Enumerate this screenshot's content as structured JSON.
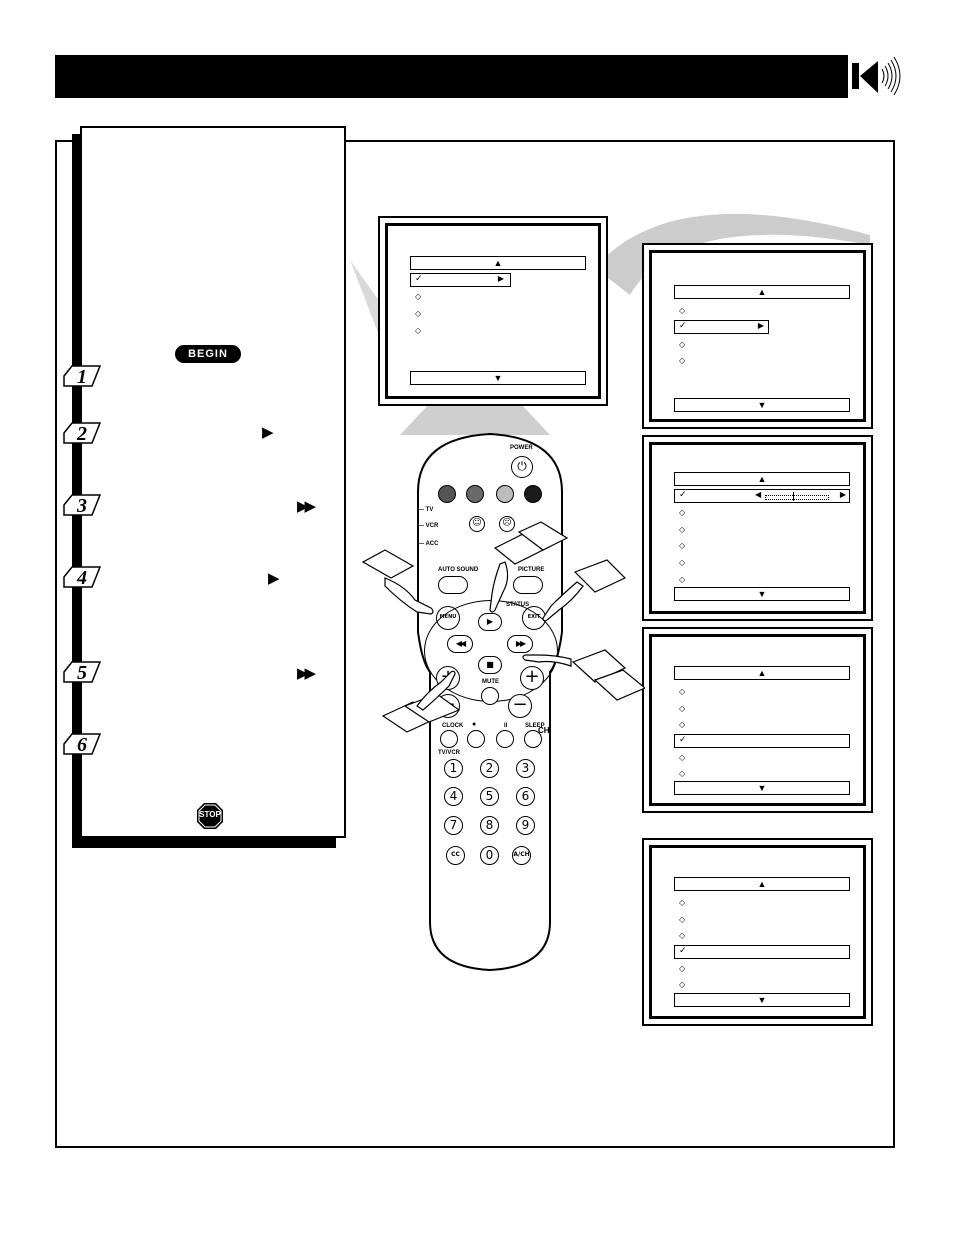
{
  "header": {
    "title": ""
  },
  "instructions": {
    "begin_label": "BEGIN",
    "stop_label": "STOP",
    "steps": [
      {
        "number": "1",
        "button_glyph": ""
      },
      {
        "number": "2",
        "button_glyph": "▶"
      },
      {
        "number": "3",
        "button_glyph": "▶▶"
      },
      {
        "number": "4",
        "button_glyph": "▶"
      },
      {
        "number": "5",
        "button_glyph": "▶▶"
      },
      {
        "number": "6",
        "button_glyph": ""
      }
    ]
  },
  "remote": {
    "power_label": "POWER",
    "mode_labels": [
      "TV",
      "VCR",
      "ACC"
    ],
    "auto_sound_label": "AUTO SOUND",
    "picture_label": "PICTURE",
    "status_label": "STATUS",
    "menu_label": "MENU",
    "exit_label": "EXIT",
    "mute_label": "MUTE",
    "ch_label": "CH",
    "clock_label": "CLOCK",
    "sleep_label": "SLEEP",
    "tvvcr_label": "TV/VCR",
    "digits": [
      "1",
      "2",
      "3",
      "4",
      "5",
      "6",
      "7",
      "8",
      "9"
    ],
    "cc_label": "CC",
    "zero_label": "0",
    "ach_label": "A/CH"
  },
  "colors": {
    "key_red": "#555555",
    "key_green": "#6a6a6a",
    "key_yellow": "#bdbdbd",
    "key_blue": "#1a1a1a"
  }
}
